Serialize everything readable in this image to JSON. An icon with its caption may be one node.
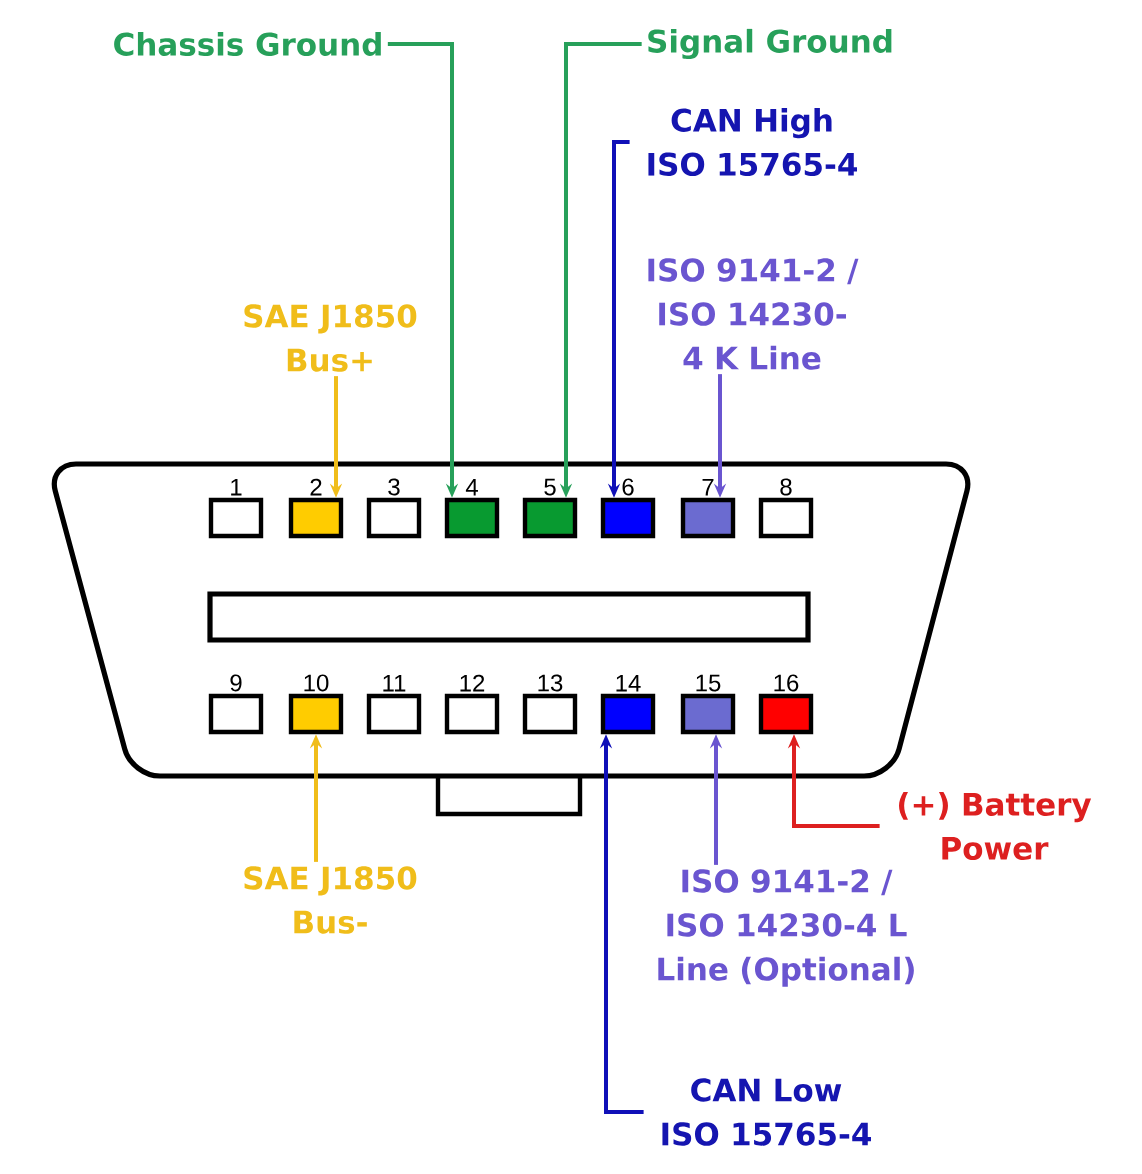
{
  "diagram": {
    "nodes": [
      {
        "text": [],
        "shape": "trapezoid"
      },
      {
        "text": [
          "1"
        ],
        "in": 0
      },
      {
        "text": [
          "2"
        ],
        "in": 0
      },
      {
        "text": [
          "3"
        ],
        "in": 0
      },
      {
        "text": [
          "4"
        ],
        "in": 0
      },
      {
        "text": [
          "5"
        ],
        "in": 0
      },
      {
        "text": [
          "6"
        ],
        "in": 0
      },
      {
        "text": [
          "7"
        ],
        "in": 0
      },
      {
        "text": [
          "8"
        ],
        "in": 0
      },
      {
        "text": [
          "9"
        ],
        "in": 0
      },
      {
        "text": [
          "10"
        ],
        "in": 0
      },
      {
        "text": [
          "11"
        ],
        "in": 0
      },
      {
        "text": [
          "12"
        ],
        "in": 0
      },
      {
        "text": [
          "13"
        ],
        "in": 0
      },
      {
        "text": [
          "14"
        ],
        "in": 0
      },
      {
        "text": [
          "15"
        ],
        "in": 0
      },
      {
        "text": [
          "16"
        ],
        "in": 0
      },
      {
        "text": [
          "Chassis Ground"
        ]
      },
      {
        "text": [
          "Signal Ground"
        ]
      },
      {
        "text": [
          "CAN High ISO 15765-4"
        ]
      },
      {
        "text": [
          "ISO 9141-2 / ISO 14230-4 K Line"
        ]
      },
      {
        "text": [
          "SAE J1850 Bus+"
        ]
      },
      {
        "text": [
          "SAE J1850 Bus-"
        ]
      },
      {
        "text": [
          "ISO 9141-2 / ISO 14230-4 L Line (Optional)"
        ]
      },
      {
        "text": [
          "(+) Battery Power"
        ]
      },
      {
        "text": [
          "CAN Low ISO 15765-4"
        ]
      }
    ],
    "edges": [
      {
        "from": 17,
        "to": 4,
        "arrow": "to",
        "color": "#27a05a"
      },
      {
        "from": 18,
        "to": 5,
        "arrow": "to",
        "color": "#27a05a"
      },
      {
        "from": 19,
        "to": 6,
        "arrow": "to",
        "color": "#1010b8"
      },
      {
        "from": 20,
        "to": 7,
        "arrow": "to",
        "color": "#6a55d0"
      },
      {
        "from": 21,
        "to": 2,
        "arrow": "to",
        "color": "#f0bd1a"
      },
      {
        "from": 22,
        "to": 10,
        "arrow": "to",
        "color": "#f0bd1a"
      },
      {
        "from": 23,
        "to": 15,
        "arrow": "to",
        "color": "#6a55d0"
      },
      {
        "from": 24,
        "to": 16,
        "arrow": "to",
        "color": "#dd2020"
      },
      {
        "from": 25,
        "to": 14,
        "arrow": "to",
        "color": "#1010b8"
      }
    ]
  }
}
